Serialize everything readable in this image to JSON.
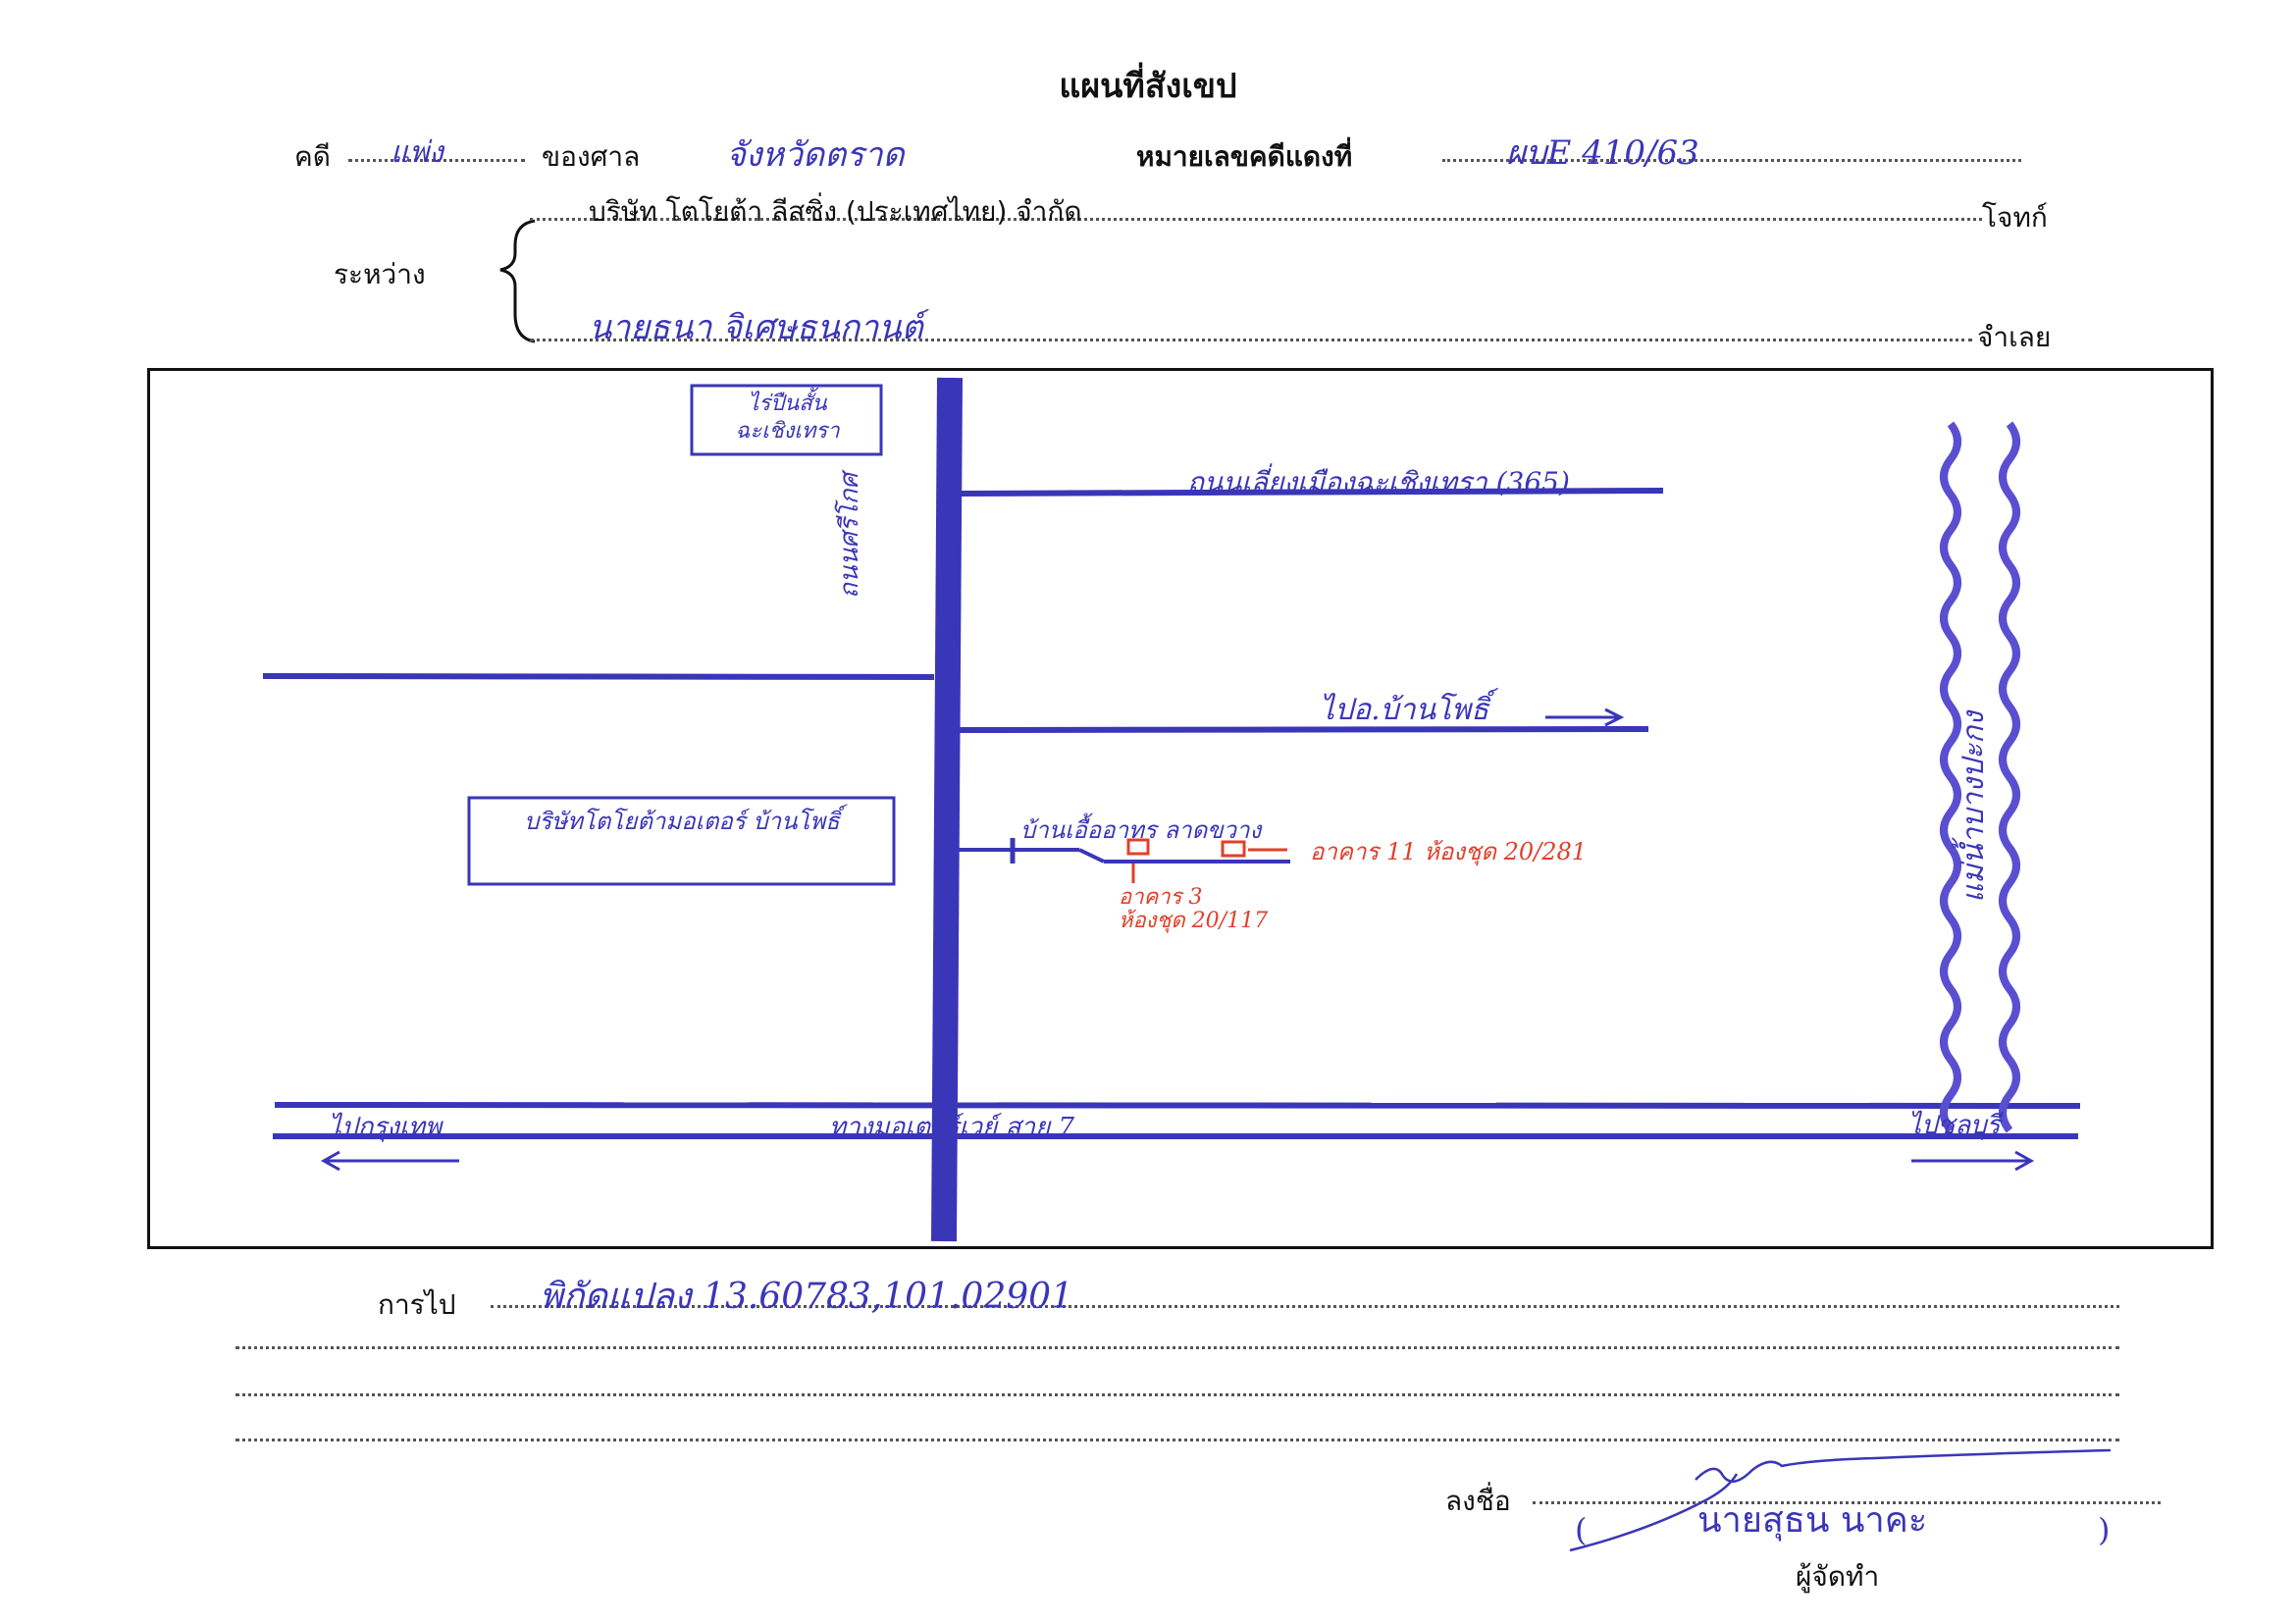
{
  "header": {
    "title": "แผนที่สังเขป",
    "case_label": "คดี",
    "case_type": "แพ่ง",
    "court_label": "ของศาล",
    "court_name": "จังหวัดตราด",
    "red_case_label": "หมายเลขคดีแดงที่",
    "red_case_number": "ผบE 410/63"
  },
  "parties": {
    "between_label": "ระหว่าง",
    "plaintiff_name": "บริษัท โตโยต้า ลีสซิ่ง (ประเทศไทย) จำกัด",
    "plaintiff_role": "โจทก์",
    "defendant_name": "นายธนา จิเศษธนกานต์",
    "defendant_role": "จำเลย"
  },
  "map": {
    "ink_color": "#3a36b8",
    "annotation_color": "#e0402a",
    "landmark_top": "ไร่ปืนสั้น ฉะเชิงเทรา",
    "main_road_label": "ถนนศรีโกศ",
    "bypass_road_label": "ถนนเลี่ยงเมืองฉะเชิงเทรา (365)",
    "to_banpho_label": "ไปอ.บ้านโพธิ์",
    "dealer_label": "บริษัทโตโยต้ามอเตอร์ บ้านโพธิ์",
    "housing_label": "บ้านเอื้ออาทร ลาดขวาง",
    "red_unit_1": "อาคาร 11 ห้องชุด 20/281",
    "red_unit_2_line1": "อาคาร 3",
    "red_unit_2_line2": "ห้องชุด 20/117",
    "river_label": "แม่น้ำบางปะกง",
    "highway_label": "ทางมอเตอร์เวย์ สาย 7",
    "to_bangkok_label": "ไปกรุงเทพ",
    "to_chonburi_label": "ไปชลบุรี"
  },
  "directions": {
    "label": "การไป",
    "text": "พิกัดแปลง 13.60783,101.02901"
  },
  "signature": {
    "sign_label": "ลงชื่อ",
    "name": "นายสุธน นาคะ",
    "open_paren": "(",
    "close_paren": ")",
    "role": "ผู้จัดทำ"
  }
}
